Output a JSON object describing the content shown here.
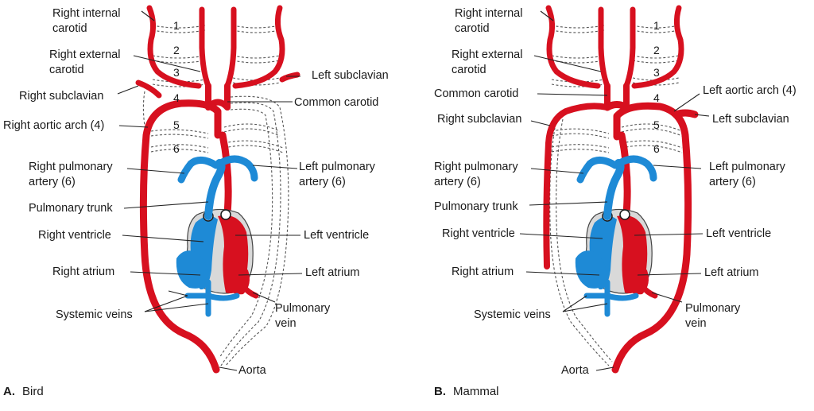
{
  "colors": {
    "artery": "#d7101f",
    "vein": "#1e8ad6",
    "heart_outline": "#d9d9d9"
  },
  "arch_numbers": [
    "1",
    "2",
    "3",
    "4",
    "5",
    "6"
  ],
  "panel_a": {
    "caption_letter": "A.",
    "caption_text": "Bird",
    "labels": {
      "right_internal_carotid": [
        "Right internal",
        "carotid"
      ],
      "right_external_carotid": [
        "Right external",
        "carotid"
      ],
      "right_subclavian": "Right subclavian",
      "right_aortic_arch": "Right aortic arch (4)",
      "right_pulmonary_artery": [
        "Right pulmonary",
        "artery (6)"
      ],
      "pulmonary_trunk": "Pulmonary trunk",
      "right_ventricle": "Right ventricle",
      "right_atrium": "Right atrium",
      "systemic_veins": "Systemic veins",
      "left_subclavian": "Left subclavian",
      "common_carotid": "Common carotid",
      "left_pulmonary_artery": [
        "Left pulmonary",
        "artery (6)"
      ],
      "left_ventricle": "Left ventricle",
      "left_atrium": "Left atrium",
      "pulmonary_vein": [
        "Pulmonary",
        "vein"
      ],
      "aorta": "Aorta"
    }
  },
  "panel_b": {
    "caption_letter": "B.",
    "caption_text": "Mammal",
    "labels": {
      "right_internal_carotid": [
        "Right internal",
        "carotid"
      ],
      "right_external_carotid": [
        "Right external",
        "carotid"
      ],
      "common_carotid": "Common carotid",
      "right_subclavian": "Right subclavian",
      "right_pulmonary_artery": [
        "Right pulmonary",
        "artery (6)"
      ],
      "pulmonary_trunk": "Pulmonary trunk",
      "right_ventricle": "Right ventricle",
      "right_atrium": "Right atrium",
      "systemic_veins": "Systemic veins",
      "left_aortic_arch": "Left aortic arch (4)",
      "left_subclavian": "Left subclavian",
      "left_pulmonary_artery": [
        "Left pulmonary",
        "artery (6)"
      ],
      "left_ventricle": "Left ventricle",
      "left_atrium": "Left atrium",
      "pulmonary_vein": [
        "Pulmonary",
        "vein"
      ],
      "aorta": "Aorta"
    }
  }
}
